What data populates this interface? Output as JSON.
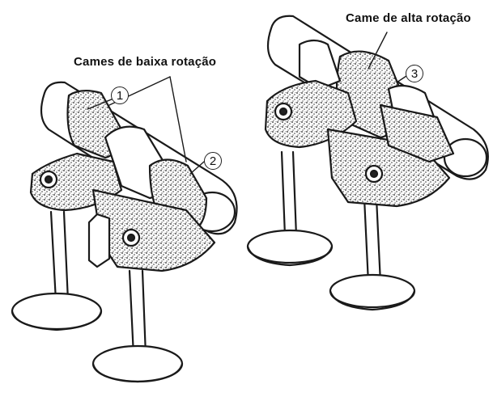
{
  "labels": {
    "low_speed_cams": "Cames de baixa rotação",
    "high_speed_cam": "Came de alta rotação"
  },
  "markers": {
    "one": "1",
    "two": "2",
    "three": "3"
  },
  "colors": {
    "ink": "#1a1a1a",
    "metal": "#ffffff",
    "texture": "#333333"
  }
}
